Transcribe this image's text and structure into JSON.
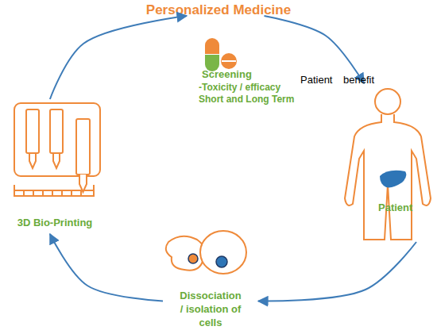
{
  "diagram": {
    "title": "Personalized Medicine",
    "nodes": [
      {
        "text": [
          "Screening",
          "-Toxicity / efficacy Short and Long Term"
        ]
      },
      {
        "text": [
          "3D Bio-Printing"
        ]
      },
      {
        "text": [
          "Patient"
        ]
      },
      {
        "text": [
          "Dissociation / isolation of cells"
        ]
      }
    ],
    "edges": [
      {
        "from": 1,
        "to": 0,
        "arrow": "to"
      },
      {
        "from": 0,
        "to": 2,
        "label": "Patient benefit",
        "arrow": "to"
      },
      {
        "from": 2,
        "to": 3,
        "arrow": "to"
      },
      {
        "from": 3,
        "to": 1,
        "arrow": "to"
      }
    ]
  }
}
